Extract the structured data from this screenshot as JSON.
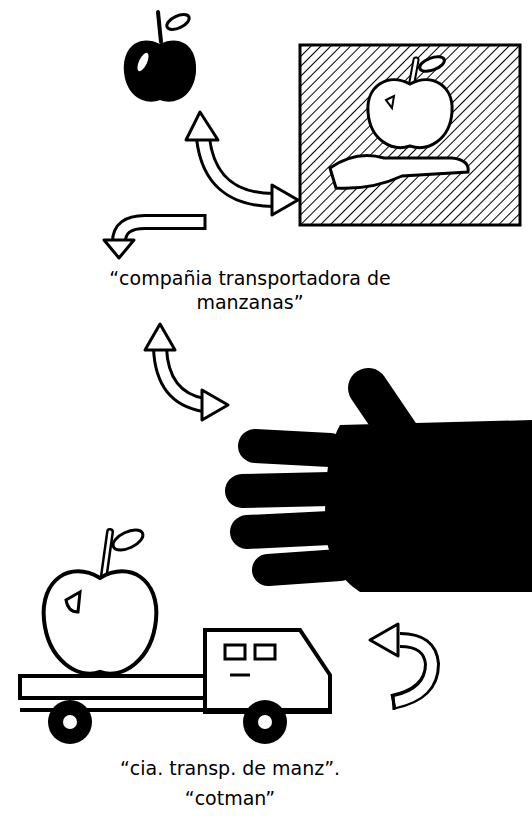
{
  "diagram": {
    "labels": [
      "“compañia transportadora de manzanas”",
      "“cia. transp. de manz”.",
      "“cotman”"
    ]
  }
}
